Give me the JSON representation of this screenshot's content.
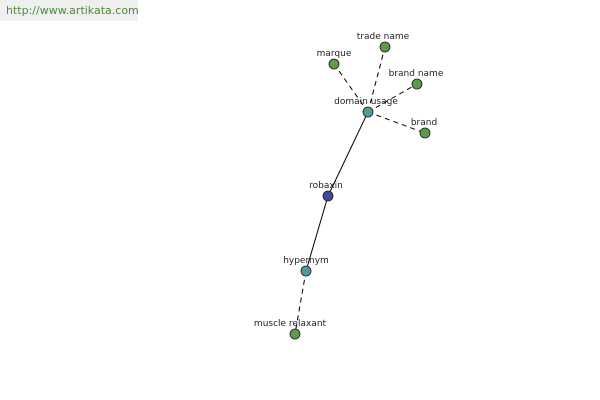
{
  "banner": {
    "url": "http://www.artikata.com"
  },
  "colors": {
    "background": "#ffffff",
    "banner_bg": "#efefef",
    "banner_text": "#4f8a3c",
    "edge": "#000000",
    "node_green": "#5d9a4e",
    "node_teal": "#4f9a9a",
    "node_blue": "#414a9c",
    "node_stroke": "#1a1a1a"
  },
  "graph": {
    "nodes": [
      {
        "id": "robaxin",
        "label": "robaxin",
        "type": "center"
      },
      {
        "id": "domain-usage",
        "label": "domain usage",
        "type": "relation"
      },
      {
        "id": "hypernym",
        "label": "hypernym",
        "type": "relation"
      },
      {
        "id": "marque",
        "label": "marque",
        "type": "term"
      },
      {
        "id": "trade-name",
        "label": "trade name",
        "type": "term"
      },
      {
        "id": "brand-name",
        "label": "brand name",
        "type": "term"
      },
      {
        "id": "brand",
        "label": "brand",
        "type": "term"
      },
      {
        "id": "muscle-relaxant",
        "label": "muscle relaxant",
        "type": "term"
      }
    ],
    "edges": [
      {
        "from": "robaxin",
        "to": "domain-usage",
        "style": "solid"
      },
      {
        "from": "robaxin",
        "to": "hypernym",
        "style": "solid"
      },
      {
        "from": "domain-usage",
        "to": "marque",
        "style": "dashed"
      },
      {
        "from": "domain-usage",
        "to": "trade-name",
        "style": "dashed"
      },
      {
        "from": "domain-usage",
        "to": "brand-name",
        "style": "dashed"
      },
      {
        "from": "domain-usage",
        "to": "brand",
        "style": "dashed"
      },
      {
        "from": "hypernym",
        "to": "muscle-relaxant",
        "style": "dashed"
      }
    ]
  }
}
